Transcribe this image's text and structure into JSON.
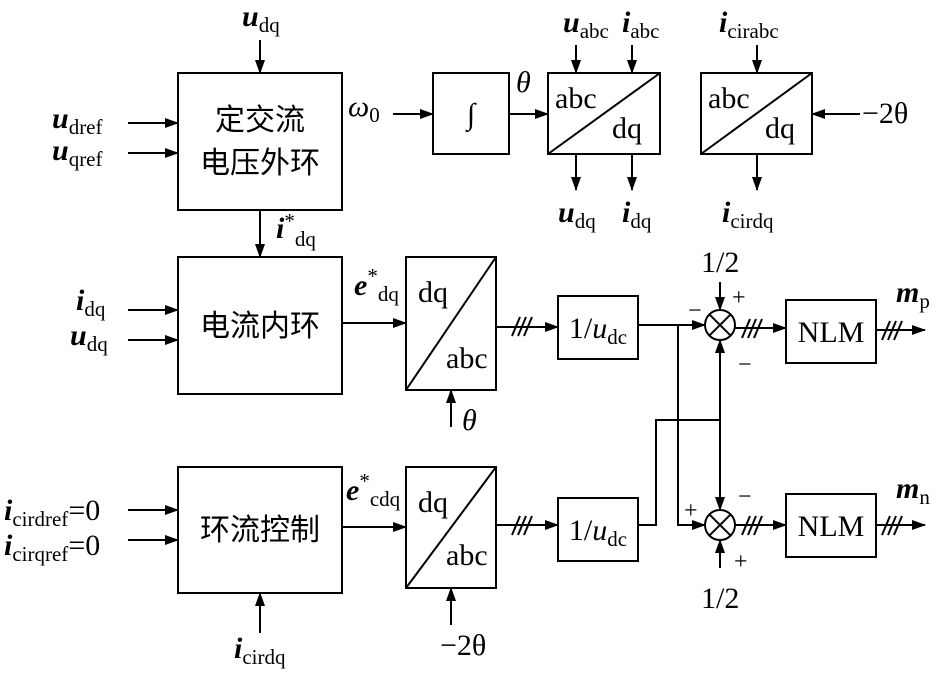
{
  "blocks": {
    "voltage_loop": [
      "定交流",
      "电压外环"
    ],
    "current_loop": "电流内环",
    "circ_control": "环流控制",
    "integrator": "∫",
    "dq_abc": {
      "top": "dq",
      "bottom": "abc"
    },
    "abc_dq": {
      "top": "abc",
      "bottom": "dq"
    },
    "gain": {
      "prefix": "1/",
      "var": "u",
      "sub": "dc"
    },
    "nlm": "NLM"
  },
  "signals": {
    "u_dq_top": {
      "var": "u",
      "sub": "dq"
    },
    "u_dref": {
      "var": "u",
      "sub": "dref"
    },
    "u_qref": {
      "var": "u",
      "sub": "qref"
    },
    "i_star_dq": {
      "var": "i",
      "sup": "*",
      "sub": "dq"
    },
    "i_dq_in": {
      "var": "i",
      "sub": "dq"
    },
    "u_dq_in": {
      "var": "u",
      "sub": "dq"
    },
    "e_star_dq": {
      "var": "e",
      "sup": "*",
      "sub": "dq"
    },
    "e_star_cdq": {
      "var": "e",
      "sup": "*",
      "sub": "cdq"
    },
    "omega0": {
      "var": "ω",
      "sub": "0"
    },
    "theta": "θ",
    "theta_fb": "θ",
    "u_abc": {
      "var": "u",
      "sub": "abc"
    },
    "i_abc": {
      "var": "i",
      "sub": "abc"
    },
    "u_dq_out": {
      "var": "u",
      "sub": "dq"
    },
    "i_dq_out": {
      "var": "i",
      "sub": "dq"
    },
    "i_cirabc": {
      "var": "i",
      "sub": "cirabc"
    },
    "i_cirdq_out": {
      "var": "i",
      "sub": "cirdq"
    },
    "minus_2theta_top": "−2θ",
    "minus_2theta_bot": "−2θ",
    "i_cirdref": {
      "var": "i",
      "sub": "cirdref",
      "suffix": "=0"
    },
    "i_cirqref": {
      "var": "i",
      "sub": "cirqref",
      "suffix": "=0"
    },
    "i_cirdq_in": {
      "var": "i",
      "sub": "cirdq"
    },
    "half_top": "1/2",
    "half_bot": "1/2",
    "m_p": {
      "var": "m",
      "sub": "p"
    },
    "m_n": {
      "var": "m",
      "sub": "n"
    }
  },
  "signs": {
    "plus": "+",
    "minus": "−"
  }
}
